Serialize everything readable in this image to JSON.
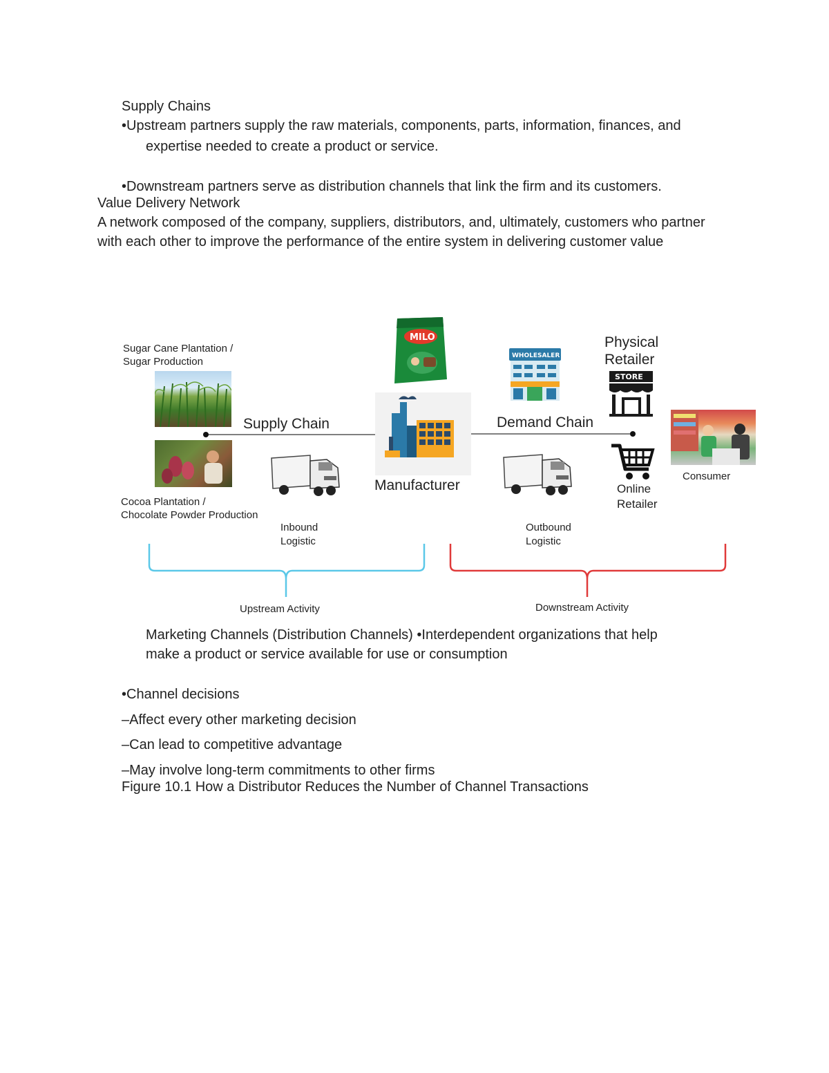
{
  "document": {
    "heading_supply_chains": "Supply Chains",
    "upstream_line1": "•Upstream partners supply the raw materials, components, parts, information, finances, and",
    "upstream_line2": "expertise needed to create a product or service.",
    "downstream": "•Downstream partners serve as distribution channels that link the firm and its customers.",
    "value_delivery_heading": "Value Delivery Network",
    "value_delivery_text": "A network composed of the company, suppliers, distributors, and, ultimately, customers who partner with each other to improve the performance of the entire system in delivering customer value",
    "marketing_channels_line1": "Marketing Channels (Distribution Channels) •Interdependent organizations that help",
    "marketing_channels_line2": "make a product or service available for use or consumption",
    "channel_decisions": "•Channel decisions",
    "bullet_affect": "–Affect every other marketing decision",
    "bullet_competitive": "–Can lead to competitive advantage",
    "bullet_commitments": "–May involve long-term commitments to other firms",
    "figure_caption": "Figure 10.1 How a Distributor Reduces the Number of Channel Transactions"
  },
  "diagram": {
    "sugar_label_line1": "Sugar Cane Plantation /",
    "sugar_label_line2": "Sugar Production",
    "cocoa_label_line1": "Cocoa Plantation /",
    "cocoa_label_line2": "Chocolate Powder Production",
    "supply_chain": "Supply Chain",
    "demand_chain": "Demand Chain",
    "manufacturer": "Manufacturer",
    "inbound_line1": "Inbound",
    "inbound_line2": "Logistic",
    "outbound_line1": "Outbound",
    "outbound_line2": "Logistic",
    "physical_retailer_line1": "Physical",
    "physical_retailer_line2": "Retailer",
    "online_retailer_line1": "Online",
    "online_retailer_line2": "Retailer",
    "consumer": "Consumer",
    "upstream_activity": "Upstream Activity",
    "downstream_activity": "Downstream Activity",
    "milo_logo": "MILO",
    "wholesaler_sign": "WHOLESALER",
    "store_sign": "STORE",
    "colors": {
      "upstream_brace": "#5bc8e8",
      "downstream_brace": "#e03a3a",
      "factory_orange": "#f5a623",
      "factory_blue": "#2b7aa8",
      "milo_green": "#1a8a3a"
    }
  }
}
